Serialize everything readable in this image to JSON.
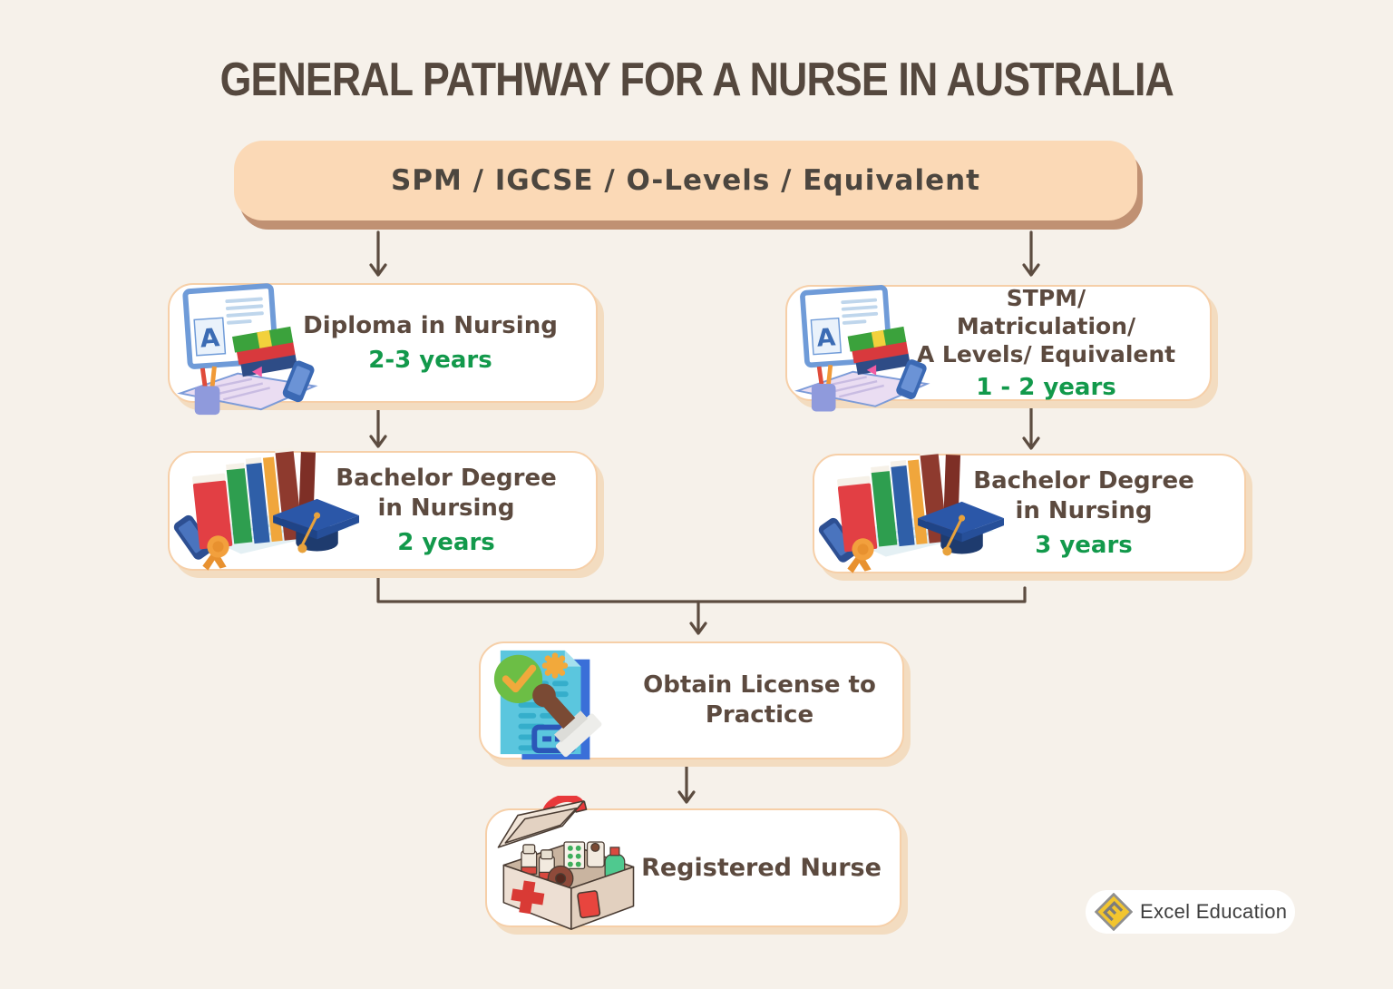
{
  "page": {
    "title": "GENERAL PATHWAY FOR A NURSE IN AUSTRALIA"
  },
  "nodes": {
    "start": {
      "label": "SPM / IGCSE / O-Levels / Equivalent"
    },
    "diploma": {
      "line1": "Diploma in Nursing",
      "duration": "2-3 years",
      "icon": "study-desk-icon"
    },
    "preu": {
      "line1": "STPM/ Matriculation/",
      "line2": "A Levels/ Equivalent",
      "duration": "1 - 2 years",
      "icon": "study-desk-icon"
    },
    "bachelor_left": {
      "line1": "Bachelor Degree",
      "line2": "in Nursing",
      "duration": "2 years",
      "icon": "books-graduation-cap-icon"
    },
    "bachelor_right": {
      "line1": "Bachelor Degree",
      "line2": "in Nursing",
      "duration": "3 years",
      "icon": "books-graduation-cap-icon"
    },
    "license": {
      "line1": "Obtain License to",
      "line2": "Practice",
      "icon": "license-stamp-icon"
    },
    "registered_nurse": {
      "label": "Registered Nurse",
      "icon": "first-aid-kit-icon"
    }
  },
  "branding": {
    "name": "Excel Education",
    "icon": "excel-education-logo-icon"
  },
  "colors": {
    "background": "#F6F1EA",
    "title_text": "#55483E",
    "node_text": "#5C4A3F",
    "duration_text": "#12994B",
    "start_fill": "#FBD9B6",
    "start_shadow": "#C09173",
    "node_border": "#F6CFA8",
    "node_shadow": "#F3DCC0",
    "connector": "#5C4C40",
    "logo_yellow": "#F2C52F"
  }
}
